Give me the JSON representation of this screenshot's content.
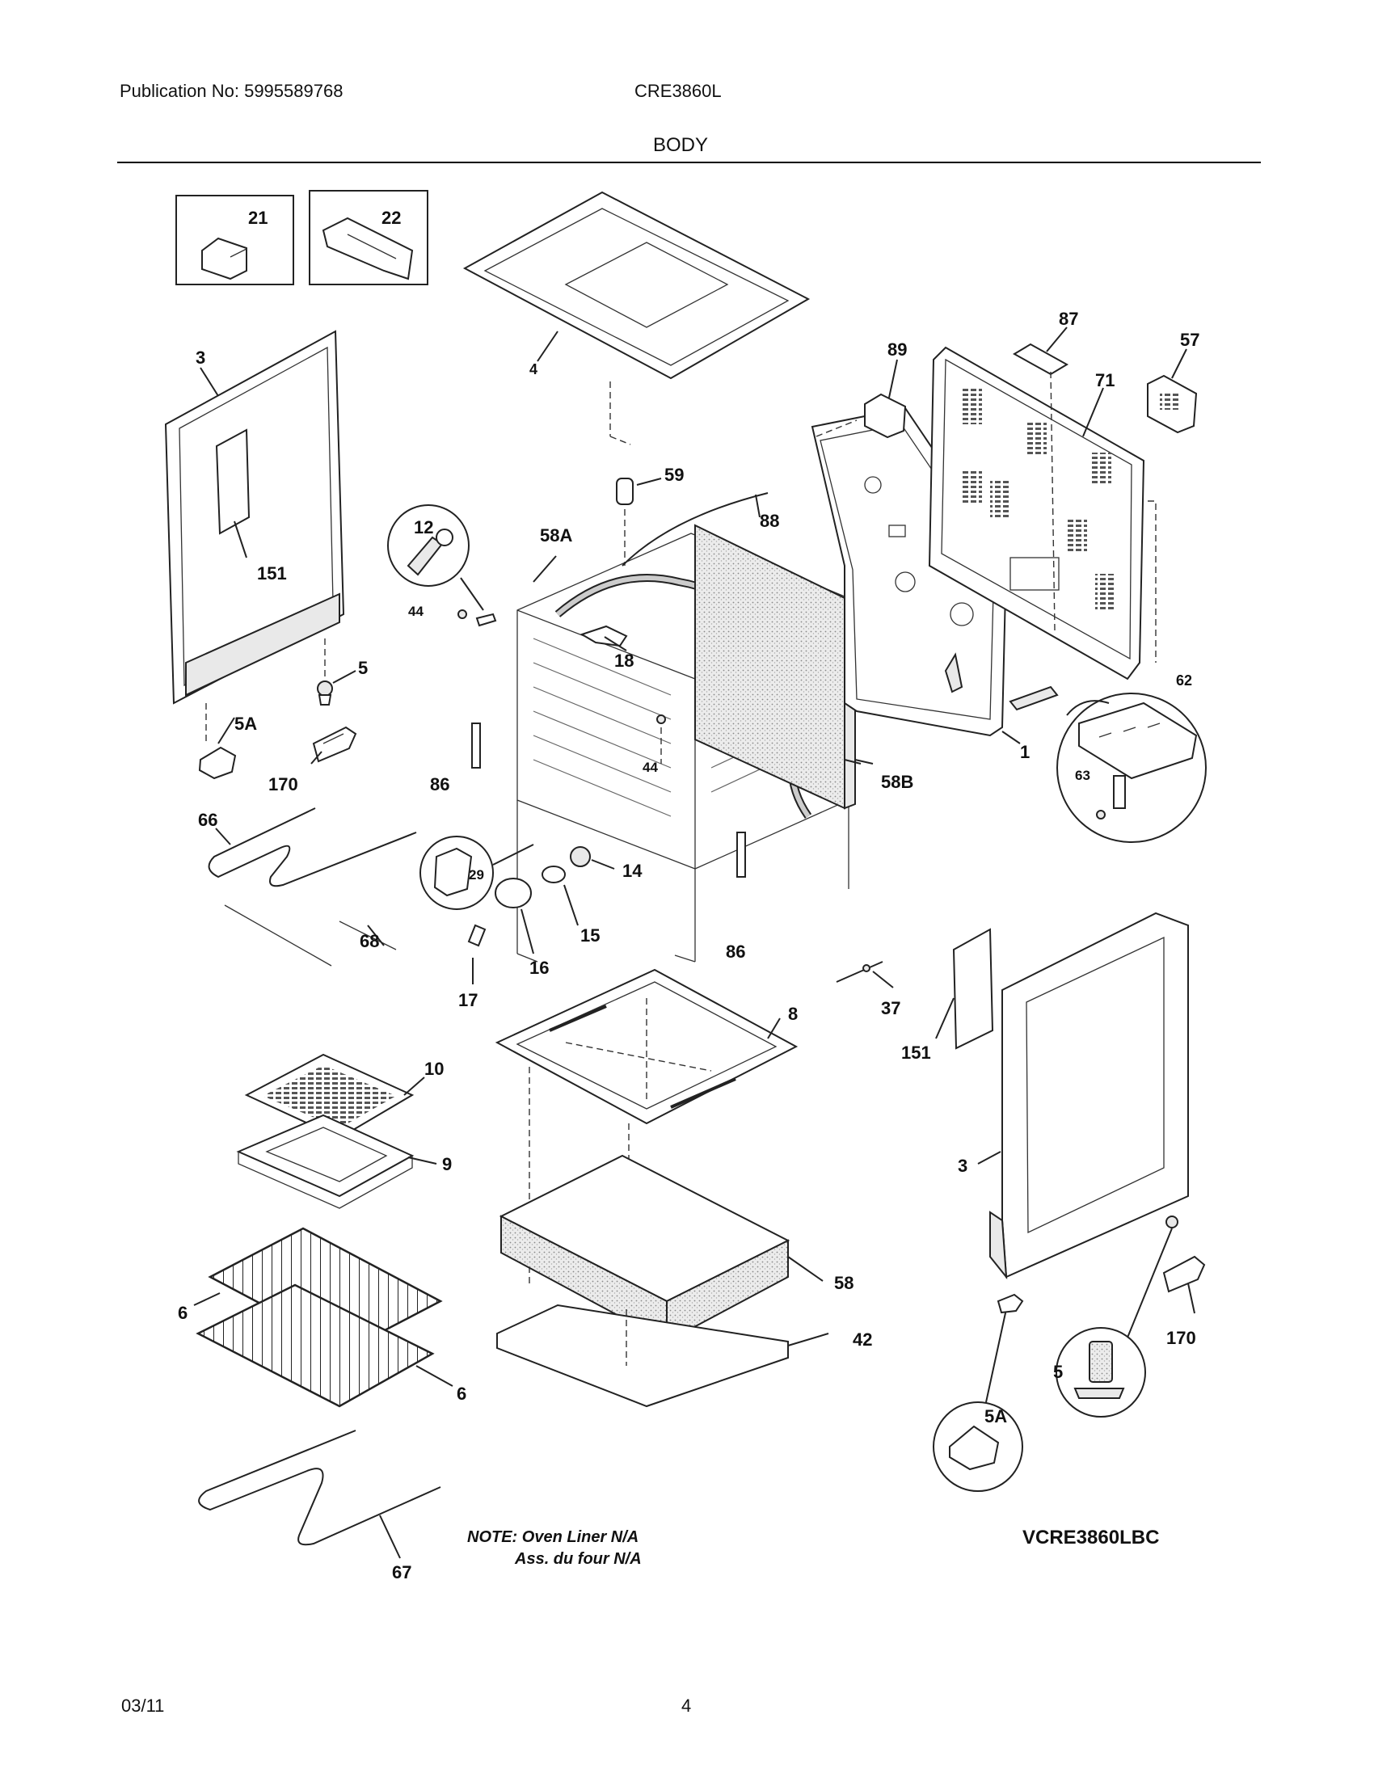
{
  "header": {
    "publication": "Publication No: 5995589768",
    "model": "CRE3860L",
    "section": "BODY"
  },
  "footer": {
    "date": "03/11",
    "page": "4"
  },
  "diagram": {
    "note_line1": "NOTE: Oven Liner N/A",
    "note_line2": "Ass. du four N/A",
    "model_code": "VCRE3860LBC",
    "callouts": {
      "c21": "21",
      "c22": "22",
      "c4": "4",
      "c3_left": "3",
      "c151_left": "151",
      "c87": "87",
      "c57": "57",
      "c89": "89",
      "c71": "71",
      "c59": "59",
      "c88": "88",
      "c12": "12",
      "c58A": "58A",
      "c44_a": "44",
      "c18": "18",
      "c5_left": "5",
      "c5A_left": "5A",
      "c170_left": "170",
      "c86_left": "86",
      "c44_b": "44",
      "c58B": "58B",
      "c1": "1",
      "c62": "62",
      "c63": "63",
      "c66": "66",
      "c68": "68",
      "c29": "29",
      "c14": "14",
      "c15": "15",
      "c16": "16",
      "c17": "17",
      "c86_right": "86",
      "c8": "8",
      "c37": "37",
      "c151_right": "151",
      "c10": "10",
      "c9": "9",
      "c3_right": "3",
      "c6_a": "6",
      "c6_b": "6",
      "c58": "58",
      "c42": "42",
      "c170_right": "170",
      "c5_right": "5",
      "c5A_right": "5A",
      "c67": "67"
    }
  }
}
